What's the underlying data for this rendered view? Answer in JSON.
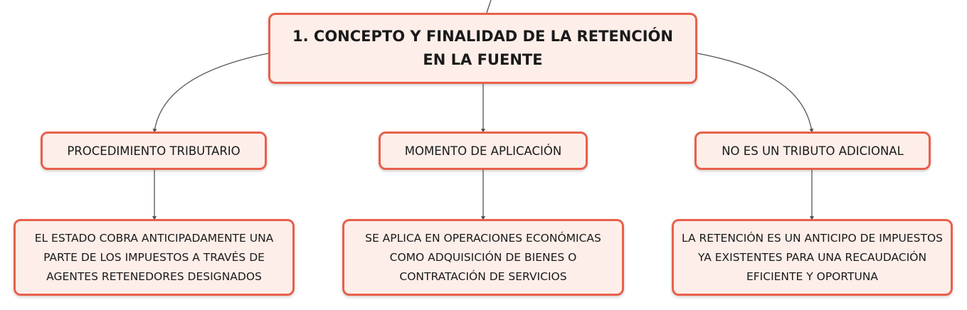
{
  "root": {
    "title": "1. CONCEPTO Y FINALIDAD DE LA RETENCIÓN EN LA FUENTE"
  },
  "branches": [
    {
      "label": "PROCEDIMIENTO TRIBUTARIO",
      "detail": "EL ESTADO COBRA ANTICIPADAMENTE UNA PARTE DE LOS IMPUESTOS A TRAVÉS DE AGENTES RETENEDORES DESIGNADOS"
    },
    {
      "label": "MOMENTO DE APLICACIÓN",
      "detail": "SE APLICA EN OPERACIONES ECONÓMICAS COMO ADQUISICIÓN DE BIENES O CONTRATACIÓN DE SERVICIOS"
    },
    {
      "label": "NO ES UN TRIBUTO ADICIONAL",
      "detail": "LA RETENCIÓN ES UN ANTICIPO DE IMPUESTOS YA EXISTENTES PARA UNA RECAUDACIÓN EFICIENTE Y OPORTUNA"
    }
  ],
  "colors": {
    "node_border": "#e8604c",
    "node_fill": "#fdeee9",
    "connector": "#555555"
  }
}
